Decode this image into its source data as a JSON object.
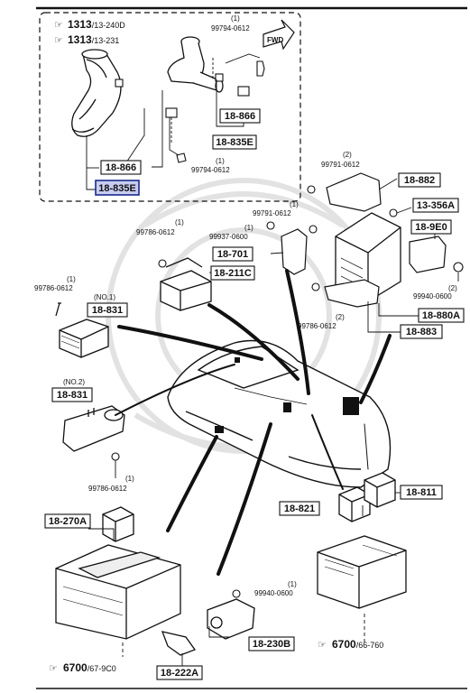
{
  "colors": {
    "ink": "#111111",
    "highlight": "#c7cdf0",
    "highlight_border": "#1b2a8a",
    "watermark": "#d6d6d6"
  },
  "callouts": [
    {
      "id": "c-18-835E-top",
      "text": "18-835E",
      "highlight": false
    },
    {
      "id": "c-18-866-top",
      "text": "18-866",
      "highlight": false
    },
    {
      "id": "c-18-866-left",
      "text": "18-866",
      "highlight": false
    },
    {
      "id": "c-18-835E-hl",
      "text": "18-835E",
      "highlight": true
    },
    {
      "id": "c-18-882",
      "text": "18-882",
      "highlight": false
    },
    {
      "id": "c-13-356A",
      "text": "13-356A",
      "highlight": false
    },
    {
      "id": "c-18-9E0",
      "text": "18-9E0",
      "highlight": false
    },
    {
      "id": "c-18-701",
      "text": "18-701",
      "highlight": false
    },
    {
      "id": "c-18-211C",
      "text": "18-211C",
      "highlight": false
    },
    {
      "id": "c-18-880A",
      "text": "18-880A",
      "highlight": false
    },
    {
      "id": "c-18-883",
      "text": "18-883",
      "highlight": false
    },
    {
      "id": "c-18-831-1",
      "text": "18-831",
      "highlight": false
    },
    {
      "id": "c-18-831-2",
      "text": "18-831",
      "highlight": false
    },
    {
      "id": "c-18-821",
      "text": "18-821",
      "highlight": false
    },
    {
      "id": "c-18-811",
      "text": "18-811",
      "highlight": false
    },
    {
      "id": "c-18-270A",
      "text": "18-270A",
      "highlight": false
    },
    {
      "id": "c-18-230B",
      "text": "18-230B",
      "highlight": false
    },
    {
      "id": "c-18-222A",
      "text": "18-222A",
      "highlight": false
    }
  ],
  "bolts": [
    {
      "id": "b1",
      "text": "99794-0612"
    },
    {
      "id": "b2",
      "text": "99794-0612"
    },
    {
      "id": "b3",
      "text": "99791-0612"
    },
    {
      "id": "b4",
      "text": "99791-0612"
    },
    {
      "id": "b5",
      "text": "99786-0612"
    },
    {
      "id": "b6",
      "text": "99937-0600"
    },
    {
      "id": "b7",
      "text": "99940-0600"
    },
    {
      "id": "b8",
      "text": "99786-0612"
    },
    {
      "id": "b9",
      "text": "99786-0612"
    },
    {
      "id": "b10",
      "text": "99786-0612"
    },
    {
      "id": "b11",
      "text": "99940-0600"
    }
  ],
  "counts": [
    {
      "id": "q1",
      "text": "(1)"
    },
    {
      "id": "q2",
      "text": "(1)"
    },
    {
      "id": "q3",
      "text": "(2)"
    },
    {
      "id": "q4",
      "text": "(1)"
    },
    {
      "id": "q5",
      "text": "(1)"
    },
    {
      "id": "q6",
      "text": "(1)"
    },
    {
      "id": "q7",
      "text": "(2)"
    },
    {
      "id": "q8",
      "text": "(2)"
    },
    {
      "id": "q9",
      "text": "(1)"
    },
    {
      "id": "q10",
      "text": "(1)"
    },
    {
      "id": "q11",
      "text": "(1)"
    }
  ],
  "notes": {
    "no1": "(NO.1)",
    "no2": "(NO.2)",
    "fwd": "FWD"
  },
  "references": [
    {
      "id": "r1",
      "num": "1313",
      "rest": "/13-240D"
    },
    {
      "id": "r2",
      "num": "1313",
      "rest": "/13-231"
    },
    {
      "id": "r3",
      "num": "6700",
      "rest": "/67-9C0"
    },
    {
      "id": "r4",
      "num": "6700",
      "rest": "/66-760"
    }
  ]
}
